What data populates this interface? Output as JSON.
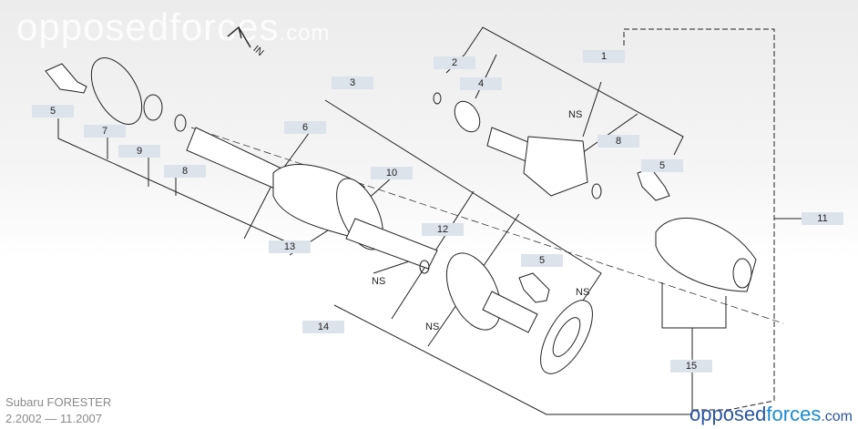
{
  "watermark": {
    "main": "opposedforces",
    "suffix": ".com"
  },
  "direction_label": "IN",
  "callouts": [
    {
      "id": "c1",
      "label": "1"
    },
    {
      "id": "c2",
      "label": "2"
    },
    {
      "id": "c3",
      "label": "3"
    },
    {
      "id": "c4",
      "label": "4"
    },
    {
      "id": "c5a",
      "label": "5"
    },
    {
      "id": "c5b",
      "label": "5"
    },
    {
      "id": "c5c",
      "label": "5"
    },
    {
      "id": "c6",
      "label": "6"
    },
    {
      "id": "c7",
      "label": "7"
    },
    {
      "id": "c8a",
      "label": "8"
    },
    {
      "id": "c8b",
      "label": "8"
    },
    {
      "id": "c9",
      "label": "9"
    },
    {
      "id": "c10",
      "label": "10"
    },
    {
      "id": "c11",
      "label": "11"
    },
    {
      "id": "c12",
      "label": "12"
    },
    {
      "id": "c13",
      "label": "13"
    },
    {
      "id": "c14",
      "label": "14"
    },
    {
      "id": "c15",
      "label": "15"
    }
  ],
  "ns_marks": [
    "NS",
    "NS",
    "NS",
    "NS"
  ],
  "footer": {
    "model": "Subaru FORESTER",
    "dates": "2.2002 — 11.2007"
  },
  "brand": {
    "part1": "opposed",
    "part2": "forces",
    "part3": ".com"
  }
}
